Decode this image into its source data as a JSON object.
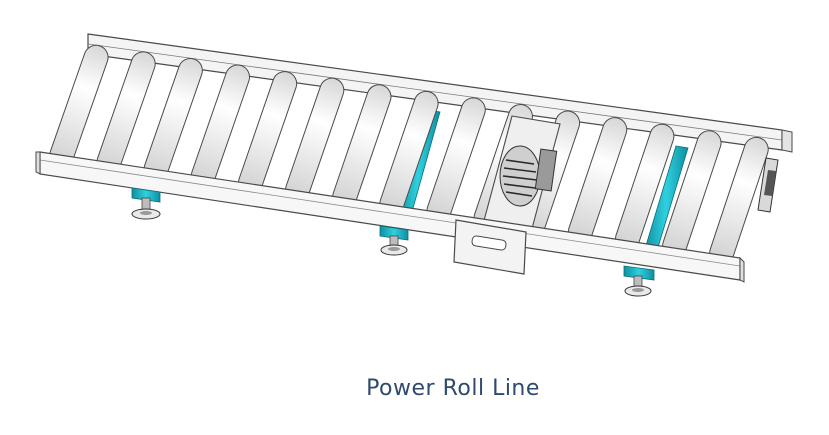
{
  "caption": "Power Roll Line",
  "colors": {
    "accent": "#17b3c4",
    "outline": "#4a4a4a",
    "caption": "#2f4a6d"
  },
  "components": {
    "rollers": 15,
    "support_legs": 3,
    "drive_unit": "motor-drive",
    "icon": "roller-conveyor-icon"
  }
}
